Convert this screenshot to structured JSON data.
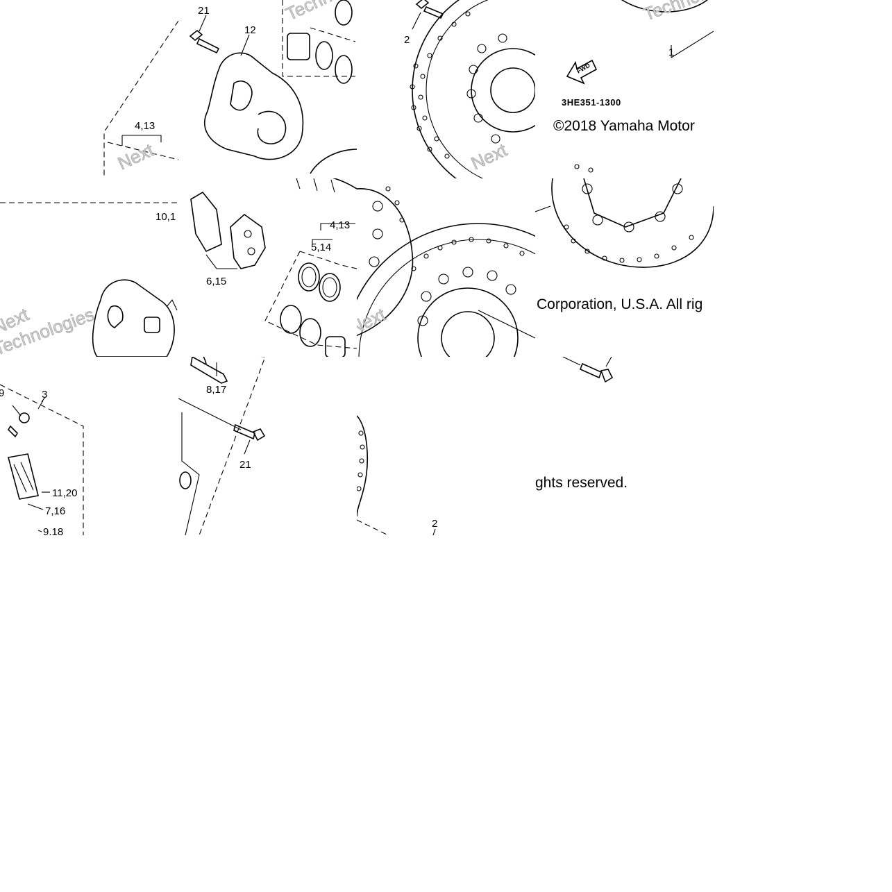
{
  "diagram": {
    "part_code": "3HE351-1300",
    "fwd_label": "FWD",
    "copyright": {
      "part1": "©2018 Yamaha Motor",
      "part2": "Corporation, U.S.A. All rig",
      "part3": "ghts reserved."
    },
    "watermark": {
      "word1": "Next",
      "word2": "Technologies"
    },
    "callouts": {
      "c21a": "21",
      "c12": "12",
      "c4_13a": "4,13",
      "c2a": "2",
      "c1": "1",
      "c10_1": "10,1",
      "c6_15": "6,15",
      "c4_13b": "4,13",
      "c5_14": "5,14",
      "c9": "9",
      "c3": "3",
      "c11_20": "11,20",
      "c7_16": "7,16",
      "c9_18": "9,18",
      "c8_17": "8,17",
      "c21b": "21",
      "c2b": "2"
    }
  }
}
